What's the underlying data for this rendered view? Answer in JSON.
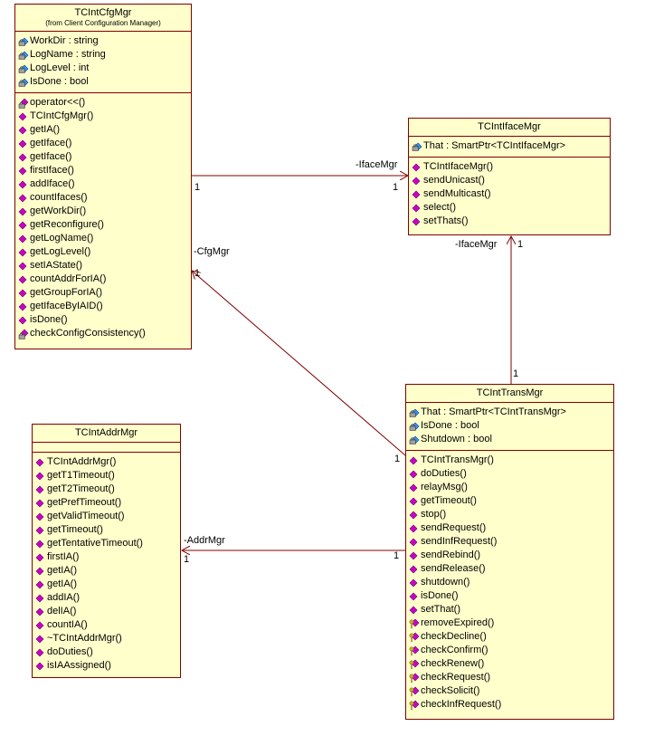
{
  "classes": {
    "cfg": {
      "name": "TCIntCfgMgr",
      "subtitle": "(from Client Configuration Manager)",
      "attributes": [
        {
          "text": "WorkDir : string",
          "icon": "private-attribute-icon"
        },
        {
          "text": "LogName : string",
          "icon": "private-attribute-icon"
        },
        {
          "text": "LogLevel : int",
          "icon": "private-attribute-icon"
        },
        {
          "text": "IsDone : bool",
          "icon": "private-attribute-icon"
        }
      ],
      "operations": [
        {
          "text": "operator<<()",
          "icon": "private-operation-icon"
        },
        {
          "text": "TCIntCfgMgr()",
          "icon": "public-operation-icon"
        },
        {
          "text": "getIA()",
          "icon": "public-operation-icon"
        },
        {
          "text": "getIface()",
          "icon": "public-operation-icon"
        },
        {
          "text": "getIface()",
          "icon": "public-operation-icon"
        },
        {
          "text": "firstIface()",
          "icon": "public-operation-icon"
        },
        {
          "text": "addIface()",
          "icon": "public-operation-icon"
        },
        {
          "text": "countIfaces()",
          "icon": "public-operation-icon"
        },
        {
          "text": "getWorkDir()",
          "icon": "public-operation-icon"
        },
        {
          "text": "getReconfigure()",
          "icon": "public-operation-icon"
        },
        {
          "text": "getLogName()",
          "icon": "public-operation-icon"
        },
        {
          "text": "getLogLevel()",
          "icon": "public-operation-icon"
        },
        {
          "text": "setIAState()",
          "icon": "public-operation-icon"
        },
        {
          "text": "countAddrForIA()",
          "icon": "public-operation-icon"
        },
        {
          "text": "getGroupForIA()",
          "icon": "public-operation-icon"
        },
        {
          "text": "getIfaceByIAID()",
          "icon": "public-operation-icon"
        },
        {
          "text": "isDone()",
          "icon": "public-operation-icon"
        },
        {
          "text": "checkConfigConsistency()",
          "icon": "private-operation-icon"
        }
      ]
    },
    "iface": {
      "name": "TCIntIfaceMgr",
      "subtitle": "",
      "attributes": [
        {
          "text": "That : SmartPtr<TCIntIfaceMgr>",
          "icon": "private-attribute-icon"
        }
      ],
      "operations": [
        {
          "text": "TCIntIfaceMgr()",
          "icon": "public-operation-icon"
        },
        {
          "text": "sendUnicast()",
          "icon": "public-operation-icon"
        },
        {
          "text": "sendMulticast()",
          "icon": "public-operation-icon"
        },
        {
          "text": "select()",
          "icon": "public-operation-icon"
        },
        {
          "text": "setThats()",
          "icon": "public-operation-icon"
        }
      ]
    },
    "trans": {
      "name": "TCIntTransMgr",
      "subtitle": "",
      "attributes": [
        {
          "text": "That : SmartPtr<TCIntTransMgr>",
          "icon": "private-attribute-icon"
        },
        {
          "text": "IsDone : bool",
          "icon": "private-attribute-icon"
        },
        {
          "text": "Shutdown : bool",
          "icon": "private-attribute-icon"
        }
      ],
      "operations": [
        {
          "text": "TCIntTransMgr()",
          "icon": "public-operation-icon"
        },
        {
          "text": "doDuties()",
          "icon": "public-operation-icon"
        },
        {
          "text": "relayMsg()",
          "icon": "public-operation-icon"
        },
        {
          "text": "getTimeout()",
          "icon": "public-operation-icon"
        },
        {
          "text": "stop()",
          "icon": "public-operation-icon"
        },
        {
          "text": "sendRequest()",
          "icon": "public-operation-icon"
        },
        {
          "text": "sendInfRequest()",
          "icon": "public-operation-icon"
        },
        {
          "text": "sendRebind()",
          "icon": "public-operation-icon"
        },
        {
          "text": "sendRelease()",
          "icon": "public-operation-icon"
        },
        {
          "text": "shutdown()",
          "icon": "public-operation-icon"
        },
        {
          "text": "isDone()",
          "icon": "public-operation-icon"
        },
        {
          "text": "setThat()",
          "icon": "public-operation-icon"
        },
        {
          "text": "removeExpired()",
          "icon": "protected-operation-icon"
        },
        {
          "text": "checkDecline()",
          "icon": "protected-operation-icon"
        },
        {
          "text": "checkConfirm()",
          "icon": "protected-operation-icon"
        },
        {
          "text": "checkRenew()",
          "icon": "protected-operation-icon"
        },
        {
          "text": "checkRequest()",
          "icon": "protected-operation-icon"
        },
        {
          "text": "checkSolicit()",
          "icon": "protected-operation-icon"
        },
        {
          "text": "checkInfRequest()",
          "icon": "protected-operation-icon"
        }
      ]
    },
    "addr": {
      "name": "TCIntAddrMgr",
      "subtitle": "",
      "attributes": [],
      "operations": [
        {
          "text": "TCIntAddrMgr()",
          "icon": "public-operation-icon"
        },
        {
          "text": "getT1Timeout()",
          "icon": "public-operation-icon"
        },
        {
          "text": "getT2Timeout()",
          "icon": "public-operation-icon"
        },
        {
          "text": "getPrefTimeout()",
          "icon": "public-operation-icon"
        },
        {
          "text": "getValidTimeout()",
          "icon": "public-operation-icon"
        },
        {
          "text": "getTimeout()",
          "icon": "public-operation-icon"
        },
        {
          "text": "getTentativeTimeout()",
          "icon": "public-operation-icon"
        },
        {
          "text": "firstIA()",
          "icon": "public-operation-icon"
        },
        {
          "text": "getIA()",
          "icon": "public-operation-icon"
        },
        {
          "text": "getIA()",
          "icon": "public-operation-icon"
        },
        {
          "text": "addIA()",
          "icon": "public-operation-icon"
        },
        {
          "text": "delIA()",
          "icon": "public-operation-icon"
        },
        {
          "text": "countIA()",
          "icon": "public-operation-icon"
        },
        {
          "text": "~TCIntAddrMgr()",
          "icon": "public-operation-icon"
        },
        {
          "text": "doDuties()",
          "icon": "public-operation-icon"
        },
        {
          "text": "isIAAssigned()",
          "icon": "public-operation-icon"
        }
      ]
    }
  },
  "associations": {
    "cfg_iface": {
      "role": "-IfaceMgr",
      "mult_source": "1",
      "mult_target": "1"
    },
    "trans_iface": {
      "role": "-IfaceMgr",
      "mult_source": "1",
      "mult_target": "1"
    },
    "trans_cfg": {
      "role": "-CfgMgr",
      "mult_source": "1",
      "mult_target": "1"
    },
    "trans_addr": {
      "role": "-AddrMgr",
      "mult_source": "1",
      "mult_target": "1"
    }
  },
  "colors": {
    "class_fill": "#ffffcc",
    "class_border": "#800000",
    "operation_icon": "#cc00cc",
    "attribute_icon": "#3399ff",
    "lock_icon": "#a0a0a0",
    "key_icon": "#c8b400",
    "line": "#800000"
  }
}
